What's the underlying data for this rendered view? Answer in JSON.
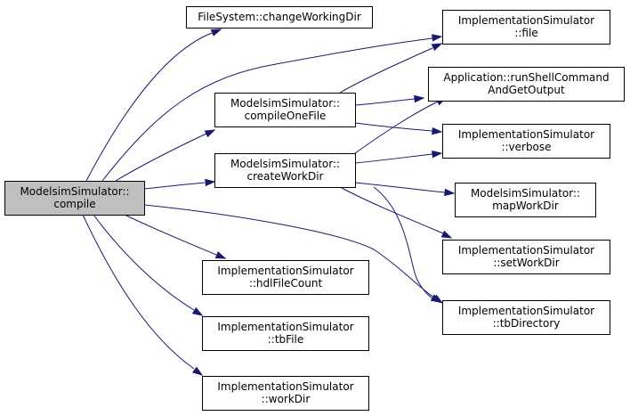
{
  "colors": {
    "edge": "#191970",
    "node_fill": "#ffffff",
    "root_fill": "#bfbfbf",
    "node_border": "#000000"
  },
  "nodes": [
    {
      "id": "compile",
      "lines": [
        "ModelsimSimulator::",
        "compile"
      ],
      "root": true
    },
    {
      "id": "changeWorkingDir",
      "lines": [
        "FileSystem::changeWorkingDir"
      ]
    },
    {
      "id": "compileOneFile",
      "lines": [
        "ModelsimSimulator::",
        "compileOneFile"
      ]
    },
    {
      "id": "createWorkDir",
      "lines": [
        "ModelsimSimulator::",
        "createWorkDir"
      ]
    },
    {
      "id": "hdlFileCount",
      "lines": [
        "ImplementationSimulator",
        "::hdlFileCount"
      ]
    },
    {
      "id": "tbFile",
      "lines": [
        "ImplementationSimulator",
        "::tbFile"
      ]
    },
    {
      "id": "workDir",
      "lines": [
        "ImplementationSimulator",
        "::workDir"
      ]
    },
    {
      "id": "file",
      "lines": [
        "ImplementationSimulator",
        "::file"
      ]
    },
    {
      "id": "runShellCommand",
      "lines": [
        "Application::runShellCommand",
        "AndGetOutput"
      ]
    },
    {
      "id": "verbose",
      "lines": [
        "ImplementationSimulator",
        "::verbose"
      ]
    },
    {
      "id": "mapWorkDir",
      "lines": [
        "ModelsimSimulator::",
        "mapWorkDir"
      ]
    },
    {
      "id": "setWorkDir",
      "lines": [
        "ImplementationSimulator",
        "::setWorkDir"
      ]
    },
    {
      "id": "tbDirectory",
      "lines": [
        "ImplementationSimulator",
        "::tbDirectory"
      ]
    }
  ],
  "edges": [
    {
      "from": "compile",
      "to": "changeWorkingDir"
    },
    {
      "from": "compile",
      "to": "file"
    },
    {
      "from": "compile",
      "to": "compileOneFile"
    },
    {
      "from": "compile",
      "to": "createWorkDir"
    },
    {
      "from": "compile",
      "to": "tbDirectory"
    },
    {
      "from": "compile",
      "to": "hdlFileCount"
    },
    {
      "from": "compile",
      "to": "tbFile"
    },
    {
      "from": "compile",
      "to": "workDir"
    },
    {
      "from": "compileOneFile",
      "to": "file"
    },
    {
      "from": "compileOneFile",
      "to": "runShellCommand"
    },
    {
      "from": "compileOneFile",
      "to": "verbose"
    },
    {
      "from": "createWorkDir",
      "to": "runShellCommand"
    },
    {
      "from": "createWorkDir",
      "to": "verbose"
    },
    {
      "from": "createWorkDir",
      "to": "mapWorkDir"
    },
    {
      "from": "createWorkDir",
      "to": "setWorkDir"
    },
    {
      "from": "createWorkDir",
      "to": "tbDirectory"
    }
  ]
}
